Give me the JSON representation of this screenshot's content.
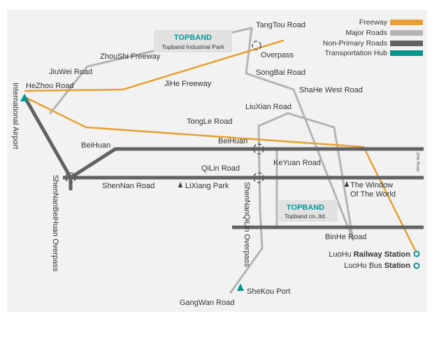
{
  "legend": {
    "freeway": "Freeway",
    "major_roads": "Major Roads",
    "non_primary_roads": "Non-Primary Roads",
    "transportation_hub": "Transportation Hub"
  },
  "colors": {
    "freeway": "#e8a030",
    "major_roads": "#b4b4b4",
    "non_primary_roads": "#606264",
    "hub": "#00958f",
    "panel": "#f2f2f2",
    "box": "#e2e2e2"
  },
  "roads": {
    "tangtou": "TangTou Road",
    "zhoushi": "ZhouShi Freeway",
    "jiuwei": "JiuWei Road",
    "hezhou": "HeZhou Road",
    "jihe": "JiHe Freeway",
    "songbai": "SongBai Road",
    "shahe_west": "ShaHe West Road",
    "liuxian": "LiuXian Road",
    "tongle": "TongLe Road",
    "beihuan_left": "BeiHuan",
    "beihuan_right": "BeiHuan",
    "qilin": "QiLin Road",
    "keyuan": "KeYuan Road",
    "jihe_small": "JiHe Road",
    "shennan": "ShenNan Road",
    "binhe": "BinHe Road",
    "gangwan": "GangWan Road",
    "shennanbeihuan_overpass": "ShenNanBeiHuan Overpass",
    "shennanqilin_overpass": "ShenNanQiLin Overpass",
    "overpass": "Overpass"
  },
  "places": {
    "airport": "International Airport",
    "lixiang_park": "LiXiang Park",
    "window_line1": "The  Window",
    "window_line2": "Of The World",
    "shekou_port": "SheKou Port",
    "luohu_railway_prefix": "LuoHu",
    "luohu_railway_bold": "Railway Station",
    "luohu_bus_prefix": "LuoHu Bus",
    "luohu_bus_bold": "Station"
  },
  "companies": {
    "industrial_park": {
      "brand": "TOPBAND",
      "name": "Topband Industrial Park"
    },
    "company": {
      "brand": "TOPBAND",
      "name": "Topband co.,ltd."
    }
  }
}
